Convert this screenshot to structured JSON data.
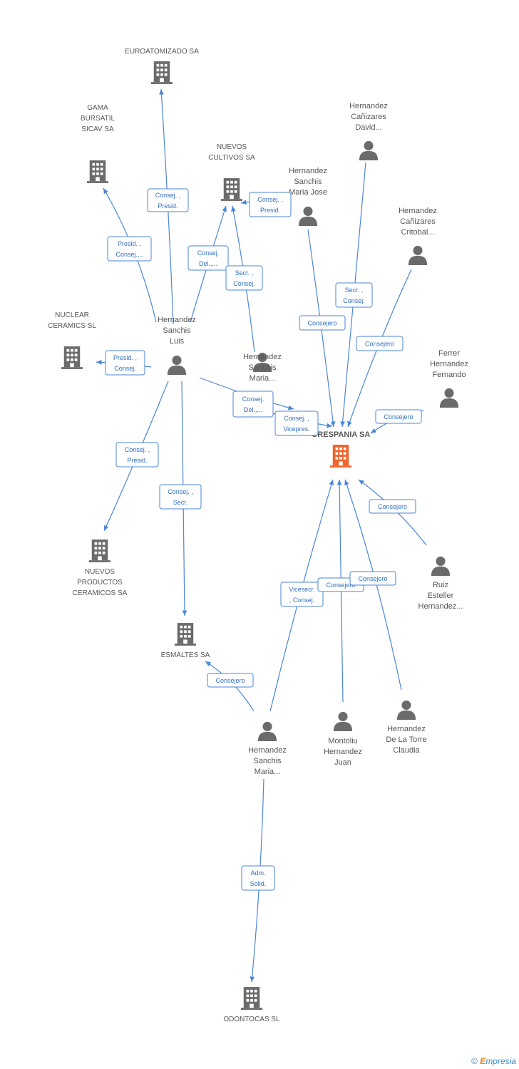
{
  "colors": {
    "edge": "#4a86d8",
    "company": "#6b6b6b",
    "focus": "#f0642c",
    "person": "#6b6b6b"
  },
  "focus_label": "GRESPANIA SA",
  "companies": [
    {
      "id": "euroatomizado",
      "label": [
        "EUROATOMIZADO SA"
      ]
    },
    {
      "id": "gama",
      "label": [
        "GAMA",
        "BURSATIL",
        "SICAV SA"
      ]
    },
    {
      "id": "nuevos-cultivos",
      "label": [
        "NUEVOS",
        "CULTIVOS SA"
      ]
    },
    {
      "id": "nuclear",
      "label": [
        "NUCLEAR",
        "CERAMICS SL"
      ]
    },
    {
      "id": "nuevos-productos",
      "label": [
        "NUEVOS",
        "PRODUCTOS",
        "CERAMICOS SA"
      ]
    },
    {
      "id": "esmaltes",
      "label": [
        "ESMALTES SA"
      ]
    },
    {
      "id": "odontocas",
      "label": [
        "ODONTOCAS SL"
      ]
    }
  ],
  "persons": [
    {
      "id": "hcd",
      "label": [
        "Hernandez",
        "Cañizares",
        "David..."
      ]
    },
    {
      "id": "hsmj",
      "label": [
        "Hernandez",
        "Sanchis",
        "Maria Jose"
      ]
    },
    {
      "id": "hcc",
      "label": [
        "Hernandez",
        "Cañizares",
        "Critobal..."
      ]
    },
    {
      "id": "hsl",
      "label": [
        "Hernandez",
        "Sanchis",
        "Luis"
      ]
    },
    {
      "id": "hsm1",
      "label": [
        "Hernandez",
        "Sanchis",
        "Maria..."
      ]
    },
    {
      "id": "fhf",
      "label": [
        "Ferrer",
        "Hernandez",
        "Fernando"
      ]
    },
    {
      "id": "reh",
      "label": [
        "Ruiz",
        "Esteller",
        "Hernandez..."
      ]
    },
    {
      "id": "hsm2",
      "label": [
        "Hernandez",
        "Sanchis",
        "Maria..."
      ]
    },
    {
      "id": "mhj",
      "label": [
        "Montoliu",
        "Hernandez",
        "Juan"
      ]
    },
    {
      "id": "hdtc",
      "label": [
        "Hernandez",
        "De La Torre",
        "Claudia"
      ]
    }
  ],
  "edges": [
    {
      "id": "e1",
      "label": [
        "Consej. ,",
        "Presid."
      ]
    },
    {
      "id": "e2",
      "label": [
        "Presid. ,",
        "Consej...."
      ]
    },
    {
      "id": "e3",
      "label": [
        "Consej.",
        "Del.,..."
      ]
    },
    {
      "id": "e4",
      "label": [
        "Consej. ,",
        "Presid."
      ]
    },
    {
      "id": "e5",
      "label": [
        "Secr. ,",
        "Consej."
      ]
    },
    {
      "id": "e6",
      "label": [
        "Presid. ,",
        "Consej."
      ]
    },
    {
      "id": "e7",
      "label": [
        "Consej.",
        "Del.,..."
      ]
    },
    {
      "id": "e8",
      "label": [
        "Consej. ,",
        "Vicepres."
      ]
    },
    {
      "id": "e9",
      "label": [
        "Consej. ,",
        "Presid."
      ]
    },
    {
      "id": "e10",
      "label": [
        "Consej. ,",
        "Secr."
      ]
    },
    {
      "id": "e11",
      "label": [
        "Consejero"
      ]
    },
    {
      "id": "e12",
      "label": [
        "Secr. ,",
        "Consej."
      ]
    },
    {
      "id": "e13",
      "label": [
        "Consejero"
      ]
    },
    {
      "id": "e14",
      "label": [
        "Consejero"
      ]
    },
    {
      "id": "e15",
      "label": [
        "Consejero"
      ]
    },
    {
      "id": "e16",
      "label": [
        "Vicesecr.",
        ", Consej."
      ]
    },
    {
      "id": "e17",
      "label": [
        "Consejero"
      ]
    },
    {
      "id": "e18",
      "label": [
        "Consejero"
      ]
    },
    {
      "id": "e19",
      "label": [
        "Consejero"
      ]
    },
    {
      "id": "e20",
      "label": [
        "Adm.",
        "Solid."
      ]
    }
  ],
  "footer": {
    "copyright": "©",
    "brand_e": "E",
    "brand_rest": "mpresia"
  }
}
